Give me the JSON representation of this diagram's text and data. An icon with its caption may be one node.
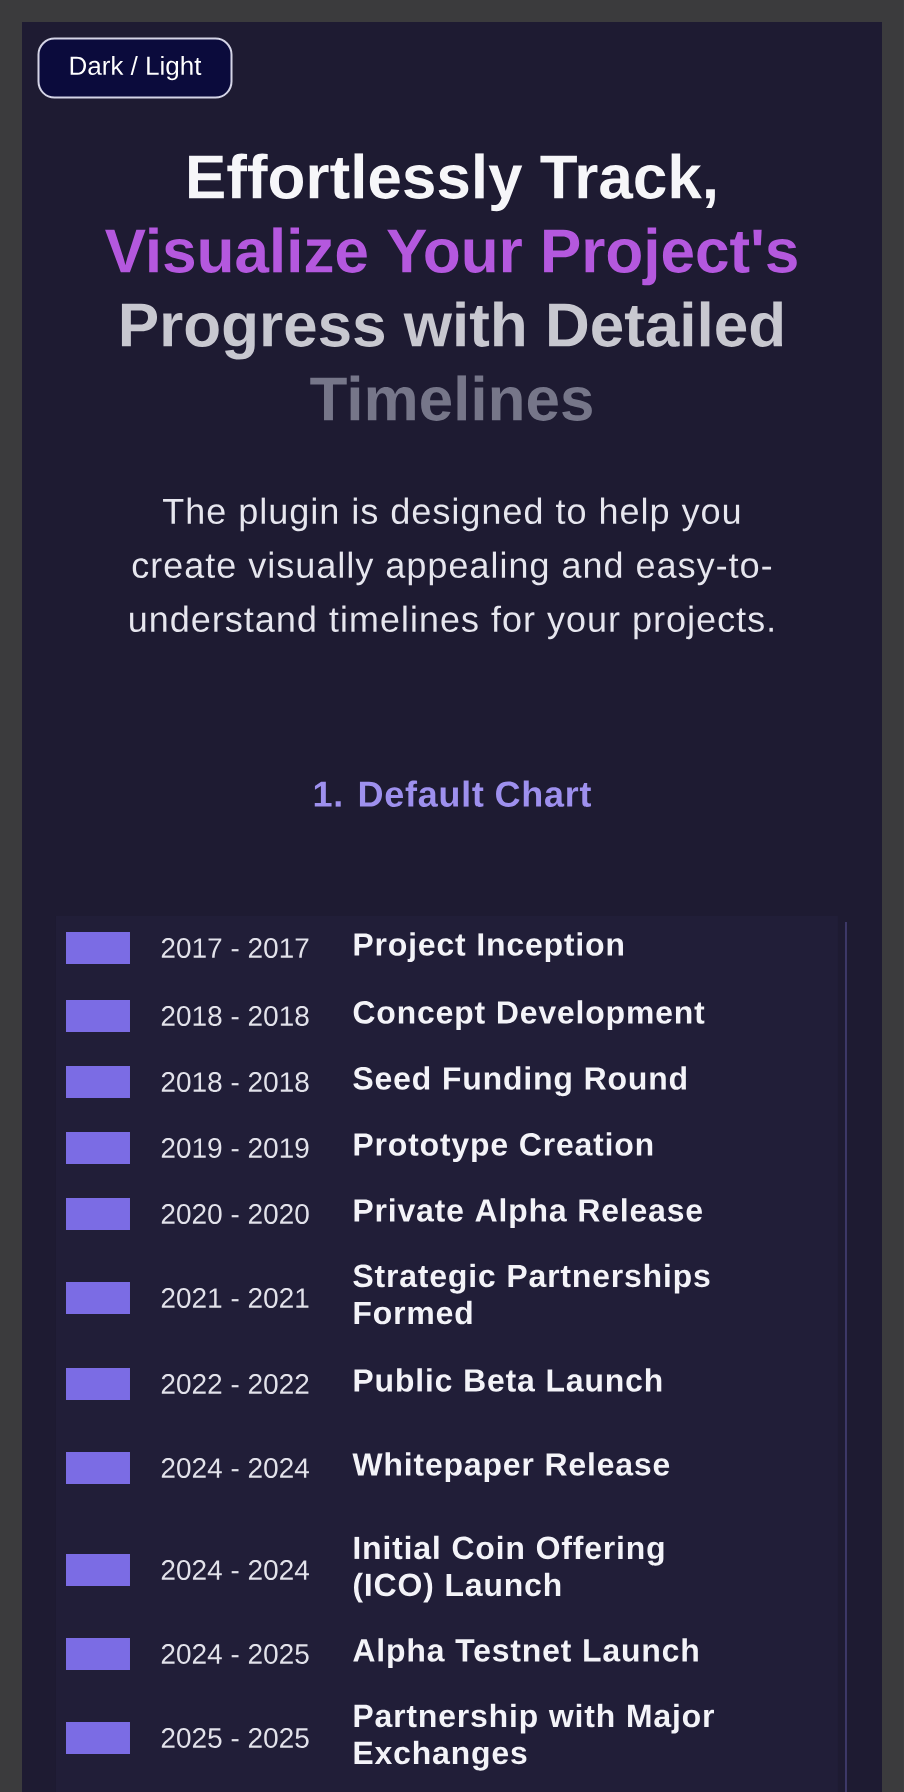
{
  "diagram": {
    "title": "Effortlessly Track, Visualize Your Project's Progress with Detailed Timelines",
    "nodes": [
      {
        "text": [
          "Dark / Light"
        ]
      }
    ],
    "labels": [
      "The plugin is designed to help you create visually appealing and easy-to-understand timelines for your projects.",
      "1. Default Chart",
      "2017 - 2017",
      "Project Inception",
      "2018 - 2018",
      "Concept Development",
      "2018 - 2018",
      "Seed Funding Round",
      "2019 - 2019",
      "Prototype Creation",
      "2020 - 2020",
      "Private Alpha Release",
      "2021 - 2021",
      "Strategic Partnerships Formed",
      "2022 - 2022",
      "Public Beta Launch",
      "2024 - 2024",
      "Whitepaper Release",
      "2024 - 2024",
      "Initial Coin Offering (ICO) Launch",
      "2024 - 2025",
      "Alpha Testnet Launch",
      "2025 - 2025",
      "Partnership with Major Exchanges"
    ]
  }
}
